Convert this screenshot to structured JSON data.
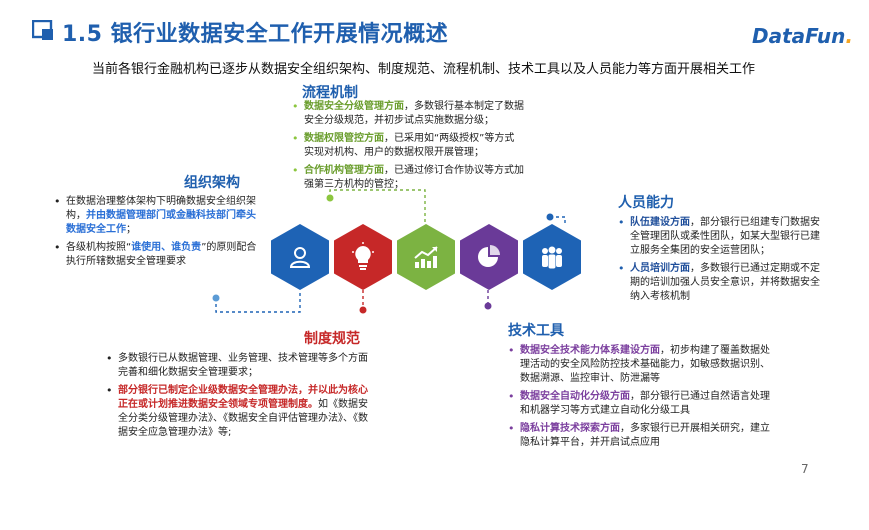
{
  "header": {
    "title": "1.5 银行业数据安全工作开展情况概述",
    "logo_main": "DataFun",
    "logo_dot": ".",
    "subtitle": "当前各银行金融机构已逐步从数据安全组织架构、制度规范、流程机制、技术工具以及人员能力等方面开展相关工作"
  },
  "sections": {
    "process": {
      "title": "流程机制",
      "items": [
        {
          "kw": "数据安全分级管理方面",
          "text": "，多数银行基本制定了数据安全分级规范，并初步试点实施数据分级；"
        },
        {
          "kw": "数据权限管控方面",
          "text": "，已采用如“两级授权”等方式实现对机构、用户的数据权限开展管理；"
        },
        {
          "kw": "合作机构管理方面",
          "text": "，已通过修订合作协议等方式加强第三方机构的管控；"
        }
      ]
    },
    "org": {
      "title": "组织架构",
      "items": [
        {
          "pre": "在数据治理整体架构下明确数据安全组织架构，",
          "kw": "并由数据管理部门或金融科技部门牵头数据安全工作",
          "post": "；"
        },
        {
          "pre": "各级机构按照“",
          "kw": "谁使用、谁负责",
          "post": "”的原则配合执行所辖数据安全管理要求"
        }
      ]
    },
    "people": {
      "title": "人员能力",
      "items": [
        {
          "kw": "队伍建设方面",
          "text": "，部分银行已组建专门数据安全管理团队或柔性团队，如某大型银行已建立服务全集团的安全运营团队；"
        },
        {
          "kw": "人员培训方面",
          "text": "，多数银行已通过定期或不定期的培训加强人员安全意识，并将数据安全纳入考核机制"
        }
      ]
    },
    "policy": {
      "title": "制度规范",
      "items": [
        {
          "pre": "多数银行已从数据管理、业务管理、技术管理等多个方面完善和细化数据安全管理要求；",
          "kw": "",
          "post": ""
        },
        {
          "pre": "",
          "kw": "部分银行已制定企业级数据安全管理办法，并以此为核心正在或计划推进数据安全领域专项管理制度。",
          "post": "如《数据安全分类分级管理办法》、《数据安全自评估管理办法》、《数据安全应急管理办法》等;"
        }
      ]
    },
    "tech": {
      "title": "技术工具",
      "items": [
        {
          "kw": "数据安全技术能力体系建设方面",
          "text": "，初步构建了覆盖数据处理活动的安全风险防控技术基础能力，如敏感数据识别、数据溯源、监控审计、防泄漏等"
        },
        {
          "kw": "数据安全自动化分级方面",
          "text": "，部分银行已通过自然语言处理和机器学习等方式建立自动化分级工具"
        },
        {
          "kw": "隐私计算技术探索方面",
          "text": "，多家银行已开展相关研究，建立隐私计算平台，并开启试点应用"
        }
      ]
    }
  },
  "icons": [
    {
      "name": "person-icon",
      "color": "#1e63b5"
    },
    {
      "name": "lightbulb-icon",
      "color": "#c62828"
    },
    {
      "name": "trend-chart-icon",
      "color": "#7cb342"
    },
    {
      "name": "pie-chart-icon",
      "color": "#6a3a98"
    },
    {
      "name": "team-icon",
      "color": "#1e63b5"
    }
  ],
  "page_number": "7"
}
